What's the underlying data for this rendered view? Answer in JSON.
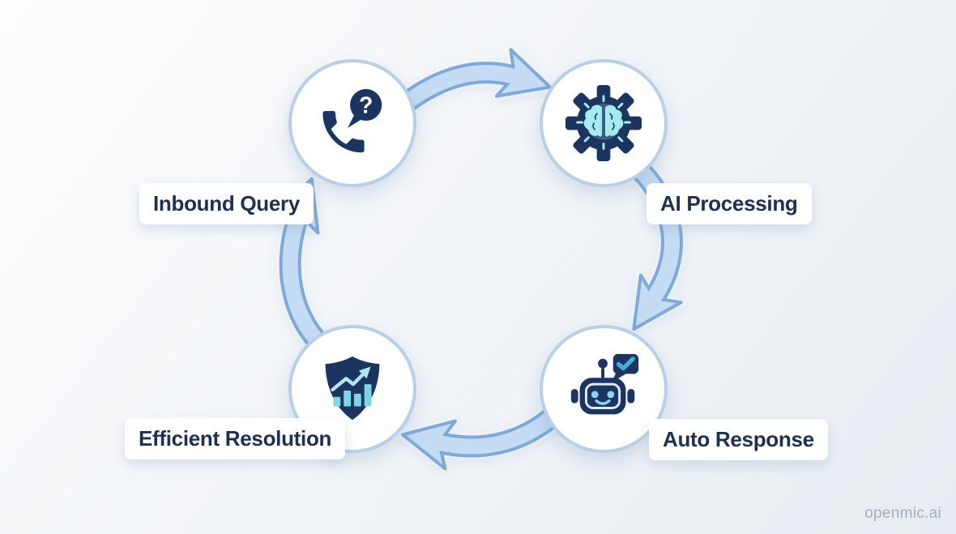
{
  "watermark": "openmic.ai",
  "glyphs": {
    "question_mark": "?"
  },
  "nodes": [
    {
      "id": "inbound-query",
      "label": "Inbound Query",
      "icon": "phone-question-icon"
    },
    {
      "id": "ai-processing",
      "label": "AI Processing",
      "icon": "gear-brain-icon"
    },
    {
      "id": "auto-response",
      "label": "Auto Response",
      "icon": "robot-check-icon"
    },
    {
      "id": "efficient-resolution",
      "label": "Efficient Resolution",
      "icon": "shield-chart-icon"
    }
  ],
  "flow": [
    "inbound-query",
    "ai-processing",
    "auto-response",
    "efficient-resolution"
  ],
  "colors": {
    "icon_navy": "#1c3560",
    "icon_cyan": "#a5e9f1",
    "eye_blue": "#8fd2f2",
    "check_blue": "#3fb0dc",
    "bar_cyan": "#7fd4e8",
    "trend_cyan": "#ace7f2",
    "screen_line": "#dceaf6",
    "arrow_fill": "#c5dcf5",
    "arrow_stroke": "#7ea9d8",
    "circle_border": "#b9cfe7",
    "label_text": "#1d3050",
    "watermark_gray": "#9aa2ac",
    "bg_start": "#fcfdfe",
    "bg_end": "#e7ecf2"
  }
}
